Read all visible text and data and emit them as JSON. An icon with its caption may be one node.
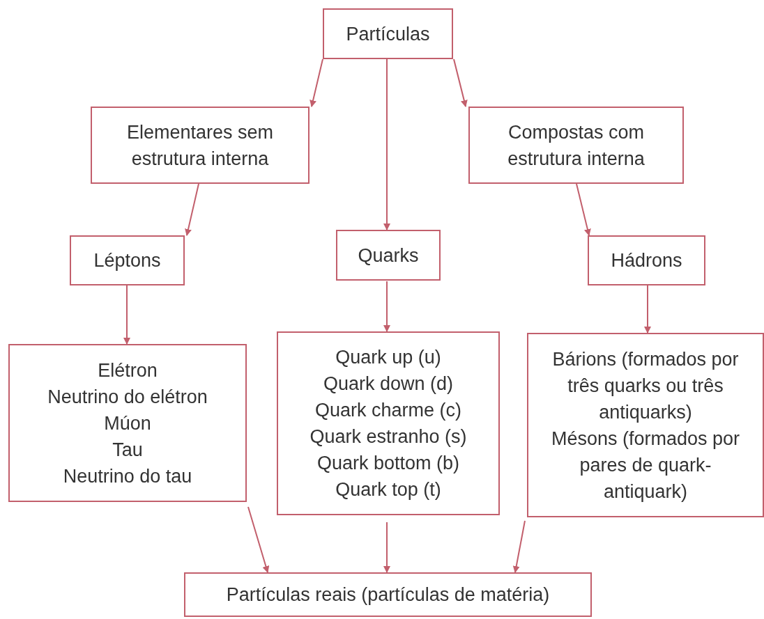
{
  "diagram": {
    "nodes": [
      {
        "text": [
          "Partículas"
        ]
      },
      {
        "text": [
          "Elementares sem estrutura interna"
        ]
      },
      {
        "text": [
          "Compostas com estrutura interna"
        ]
      },
      {
        "text": [
          "Léptons"
        ]
      },
      {
        "text": [
          "Quarks"
        ]
      },
      {
        "text": [
          "Hádrons"
        ]
      },
      {
        "text": [
          "Elétron",
          "Neutrino do elétron",
          "Múon",
          "Tau",
          "Neutrino do tau"
        ]
      },
      {
        "text": [
          "Quark up (u)",
          "Quark down (d)",
          "Quark charme (c)",
          "Quark estranho (s)",
          "Quark bottom (b)",
          "Quark top (t)"
        ]
      },
      {
        "text": [
          "Bárions (formados por três quarks ou três antiquarks)",
          "Mésons (formados por pares de quark-antiquark)"
        ]
      },
      {
        "text": [
          "Partículas reais (partículas de matéria)"
        ]
      }
    ],
    "edges": [
      {
        "from": 0,
        "to": 1,
        "arrow": "to"
      },
      {
        "from": 0,
        "to": 4,
        "arrow": "to"
      },
      {
        "from": 0,
        "to": 2,
        "arrow": "to"
      },
      {
        "from": 1,
        "to": 3,
        "arrow": "to"
      },
      {
        "from": 2,
        "to": 5,
        "arrow": "to"
      },
      {
        "from": 3,
        "to": 6,
        "arrow": "to"
      },
      {
        "from": 4,
        "to": 7,
        "arrow": "to"
      },
      {
        "from": 5,
        "to": 8,
        "arrow": "to"
      },
      {
        "from": 6,
        "to": 9,
        "arrow": "to"
      },
      {
        "from": 7,
        "to": 9,
        "arrow": "to"
      },
      {
        "from": 8,
        "to": 9,
        "arrow": "to"
      }
    ]
  }
}
